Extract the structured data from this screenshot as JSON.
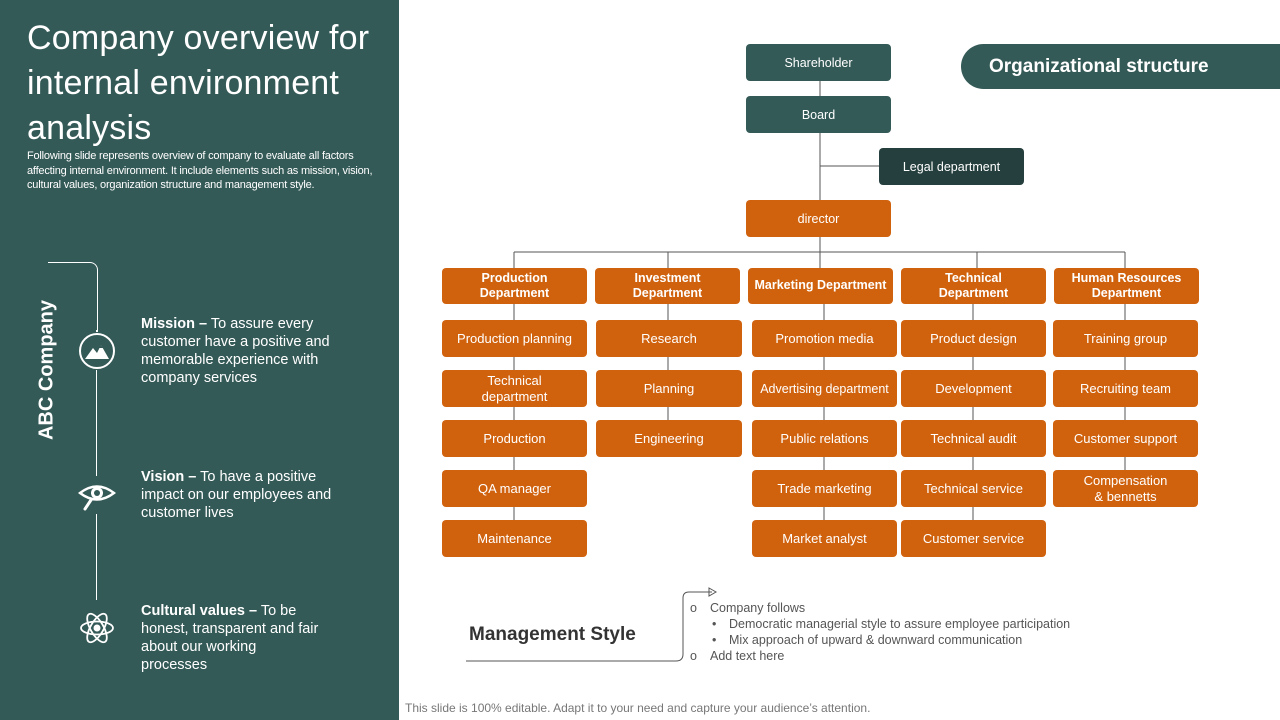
{
  "title": "Company overview for internal environment analysis",
  "description": "Following slide represents overview of company to evaluate all factors affecting internal environment. It include elements such as mission, vision, cultural values, organization structure and management style.",
  "company_name": "ABC Company",
  "values": [
    {
      "label": "Mission –",
      "text": " To assure every customer have a positive and memorable experience with company services",
      "icon": "mountain-icon"
    },
    {
      "label": "Vision –",
      "text": " To have a positive impact on our employees and customer lives",
      "icon": "eye-icon"
    },
    {
      "label": "Cultural values –",
      "text": " To be honest, transparent and fair about our working processes",
      "icon": "atom-icon"
    }
  ],
  "org_badge": "Organizational structure",
  "org": {
    "shareholder": "Shareholder",
    "board": "Board",
    "legal": "Legal department",
    "director": "director",
    "departments": [
      {
        "name": "Production Department",
        "items": [
          "Production planning",
          "Technical department",
          "Production",
          "QA manager",
          "Maintenance"
        ]
      },
      {
        "name": "Investment Department",
        "items": [
          "Research",
          "Planning",
          "Engineering"
        ]
      },
      {
        "name": "Marketing Department",
        "items": [
          "Promotion media",
          "Advertising department",
          "Public relations",
          "Trade marketing",
          "Market analyst"
        ]
      },
      {
        "name": "Technical Department",
        "items": [
          "Product design",
          "Development",
          "Technical audit",
          "Technical service",
          "Customer service"
        ]
      },
      {
        "name": "Human Resources Department",
        "items": [
          "Training group",
          "Recruiting team",
          "Customer support",
          "Compensation & bennetts"
        ]
      }
    ]
  },
  "management": {
    "title": "Management Style",
    "items": [
      {
        "level": 1,
        "bullet": "o",
        "text": "Company follows"
      },
      {
        "level": 2,
        "bullet": "•",
        "text": "Democratic managerial style to assure employee participation"
      },
      {
        "level": 2,
        "bullet": "•",
        "text": "Mix approach of upward & downward communication"
      },
      {
        "level": 1,
        "bullet": "o",
        "text": "Add text here"
      }
    ]
  },
  "footer": "This slide is 100% editable. Adapt it to your need and capture your audience’s attention.",
  "colors": {
    "teal": "#345a57",
    "dark_teal": "#243f3d",
    "orange": "#d0620e"
  }
}
